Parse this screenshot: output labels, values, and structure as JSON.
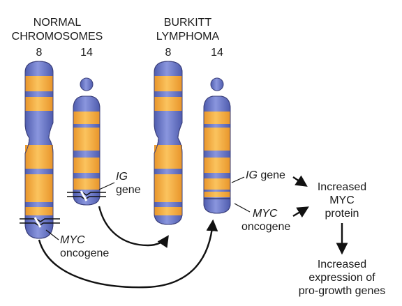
{
  "headers": {
    "normal_line1": "NORMAL",
    "normal_line2": "CHROMOSOMES",
    "burkitt_line1": "BURKITT",
    "burkitt_line2": "LYMPHOMA"
  },
  "chromosome_numbers": {
    "normal_8": "8",
    "normal_14": "14",
    "burkitt_8": "8",
    "burkitt_14": "14"
  },
  "labels": {
    "ig_italic": "IG",
    "gene_word": "gene",
    "ig_gene_suffix": " gene",
    "myc_italic": "MYC",
    "oncogene_word": "oncogene"
  },
  "outcomes": {
    "increased_myc": [
      "Increased",
      "MYC",
      "protein"
    ],
    "increased_expression": [
      "Increased",
      "expression of",
      "pro-growth genes"
    ]
  },
  "colors": {
    "chromosome_blue": "#6a78c8",
    "chromosome_orange": "#f5ad3a",
    "outline": "#3a3f7a",
    "text": "#1a1a1a"
  }
}
